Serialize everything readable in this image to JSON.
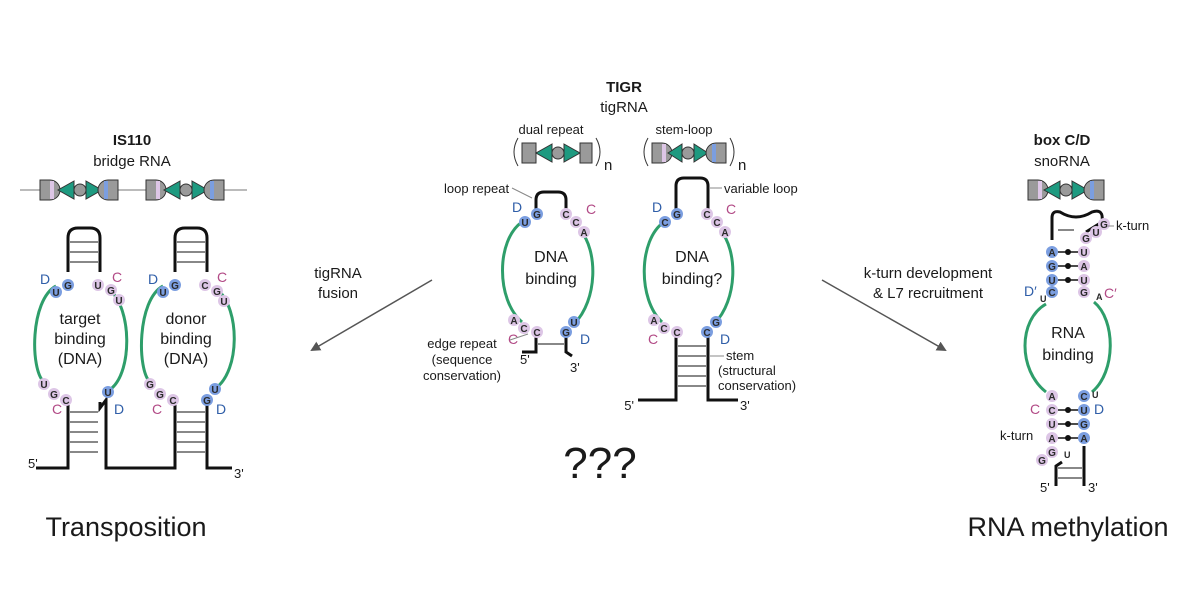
{
  "colors": {
    "stroke": "#111111",
    "green": "#2e9e6a",
    "blue_bead": "#7b9ee0",
    "pink_bead": "#ddc6e6",
    "blue_text": "#2f5ea8",
    "pink_text": "#b24a86",
    "teal": "#1e9a80",
    "gray_block": "#9a9a9a",
    "arrow": "#555555"
  },
  "left": {
    "title": "IS110",
    "subtitle": "bridge RNA",
    "loop1_line1": "target",
    "loop1_line2": "binding",
    "loop1_line3": "(DNA)",
    "loop2_line1": "donor",
    "loop2_line2": "binding",
    "loop2_line3": "(DNA)",
    "five_prime": "5'",
    "three_prime": "3'",
    "process": "Transposition",
    "nt": {
      "D": "D",
      "C": "C",
      "U": "U",
      "G": "G"
    }
  },
  "center": {
    "title": "TIGR",
    "subtitle": "tigRNA",
    "dual_repeat": "dual repeat",
    "stem_loop": "stem-loop",
    "n": "n",
    "loop_repeat": "loop repeat",
    "variable_loop": "variable loop",
    "dna_binding_1": "DNA",
    "dna_binding_2": "binding",
    "dna_binding_q": "binding?",
    "edge_repeat_1": "edge repeat",
    "edge_repeat_2": "(sequence",
    "edge_repeat_3": "conservation)",
    "stem_1": "stem",
    "stem_2": "(structural",
    "stem_3": "conservation)",
    "five_prime": "5'",
    "three_prime": "3'",
    "question": "???",
    "nt": {
      "D": "D",
      "C": "C",
      "U": "U",
      "G": "G",
      "A": "A"
    }
  },
  "arrows": {
    "left_1": "tigRNA",
    "left_2": "fusion",
    "right_1": "k-turn development",
    "right_2": "& L7 recruitment"
  },
  "right": {
    "title": "box C/D",
    "subtitle": "snoRNA",
    "kturn_top": "k-turn",
    "kturn_bottom": "k-turn",
    "d_prime": "D′",
    "c_prime": "C′",
    "rna_1": "RNA",
    "rna_2": "binding",
    "five_prime": "5'",
    "three_prime": "3'",
    "process": "RNA methylation",
    "nt": {
      "D": "D",
      "C": "C",
      "U": "U",
      "G": "G",
      "A": "A"
    }
  }
}
